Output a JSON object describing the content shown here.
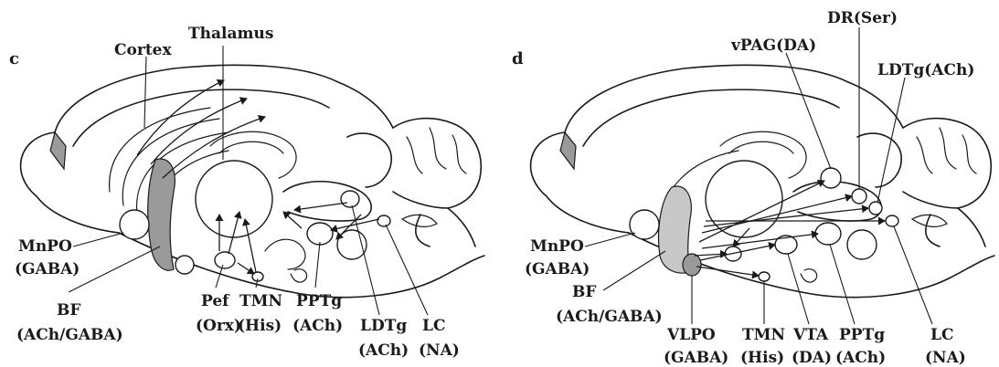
{
  "panels": [
    {
      "id": "c",
      "letter": "c",
      "labels": {
        "cortex": "Cortex",
        "thalamus": "Thalamus",
        "mnpo": [
          "MnPO",
          "(GABA)"
        ],
        "bf": [
          "BF",
          "(ACh/GABA)"
        ],
        "pef": [
          "Pef",
          "(Orx)"
        ],
        "tmn": [
          "TMN",
          "(His)"
        ],
        "pptg": [
          "PPTg",
          "(ACh)"
        ],
        "ldtg": [
          "LDTg",
          "(ACh)"
        ],
        "lc": [
          "LC",
          "(NA)"
        ]
      }
    },
    {
      "id": "d",
      "letter": "d",
      "labels": {
        "dr": "DR(Ser)",
        "vpag": "vPAG(DA)",
        "ldtg": "LDTg(ACh)",
        "mnpo": [
          "MnPO",
          "(GABA)"
        ],
        "bf": [
          "BF",
          "(ACh/GABA)"
        ],
        "vlpo": [
          "VLPO",
          "(GABA)"
        ],
        "tmn": [
          "TMN",
          "(His)"
        ],
        "vta": [
          "VTA",
          "(DA)"
        ],
        "pptg": [
          "PPTg",
          "(ACh)"
        ],
        "lc": [
          "LC",
          "(NA)"
        ]
      }
    }
  ]
}
